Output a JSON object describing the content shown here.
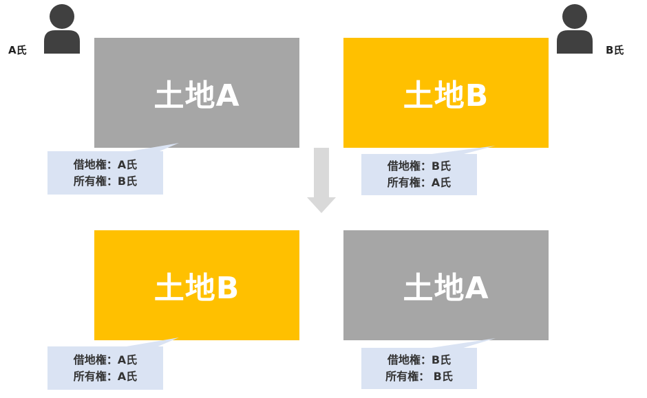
{
  "persons": {
    "a": {
      "label": "A氏"
    },
    "b": {
      "label": "B氏"
    }
  },
  "before": {
    "land_left": {
      "label": "土地A",
      "lease_line": "借地権：A氏",
      "owner_line": "所有権：B氏"
    },
    "land_right": {
      "label": "土地B",
      "lease_line": "借地権：B氏",
      "owner_line": "所有権：A氏"
    }
  },
  "after": {
    "land_left": {
      "label": "土地B",
      "lease_line": "借地権：A氏",
      "owner_line": "所有権：A氏"
    },
    "land_right": {
      "label": "土地A",
      "lease_line": "借地権：B氏",
      "owner_line": "所有権： B氏"
    }
  },
  "colors": {
    "gray": "#a6a6a6",
    "gold": "#ffc000",
    "callout_bg": "#dae3f3",
    "arrow": "#d9d9d9",
    "person_icon": "#404040"
  }
}
